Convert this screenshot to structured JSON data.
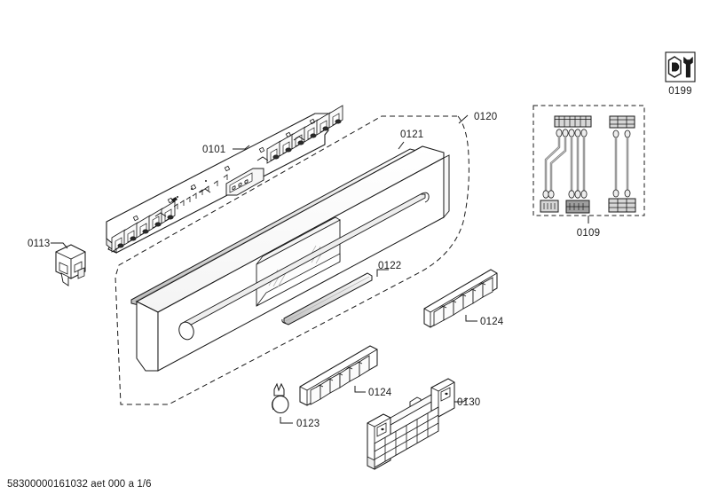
{
  "document": {
    "type": "exploded-parts-diagram",
    "appliance": "dishwasher control panel / door fascia assembly",
    "footer_code": "58300000161032 aet 000 a 1/6",
    "background_color": "#ffffff",
    "line_color": "#1a1a1a",
    "fill_light": "#f2f2f2",
    "fill_mid": "#d8d8d8",
    "fill_dark": "#8c8c8c"
  },
  "labels": {
    "pcb": "0101",
    "bracket": "0113",
    "harness_group": "0109",
    "door_assembly": "0120",
    "trim_strip": "0121",
    "handle_strip": "0122",
    "knob": "0123",
    "button_strip_right": "0124",
    "button_strip_lower": "0124",
    "support_bracket": "0130",
    "service_icon": "0199"
  },
  "parts": [
    {
      "ref": "0101",
      "name": "control-pcb",
      "description": "electronic control board with push-buttons and 7-segment display"
    },
    {
      "ref": "0109",
      "name": "wiring-harness-set",
      "description": "cable harness set with multi-pin connectors, shown in dashed group box"
    },
    {
      "ref": "0113",
      "name": "mounting-bracket",
      "description": "small plastic latch / bracket"
    },
    {
      "ref": "0120",
      "name": "door-panel-assembly",
      "description": "dashed boundary enclosing complete fascia assembly"
    },
    {
      "ref": "0121",
      "name": "upper-trim-strip",
      "description": "long slim trim profile along top edge"
    },
    {
      "ref": "0122",
      "name": "handle-strip",
      "description": "long slim handle / decor strip"
    },
    {
      "ref": "0123",
      "name": "selector-knob",
      "description": "round rotary knob with clip"
    },
    {
      "ref": "0124",
      "name": "button-strip",
      "description": "moulded multi-segment button strip"
    },
    {
      "ref": "0130",
      "name": "ribbed-support-bracket",
      "description": "ribbed structural support / handle mount"
    },
    {
      "ref": "0199",
      "name": "service-tool-icon",
      "description": "wrench and nut service symbol"
    }
  ],
  "icon": {
    "service_tool": "wrench-icon"
  }
}
